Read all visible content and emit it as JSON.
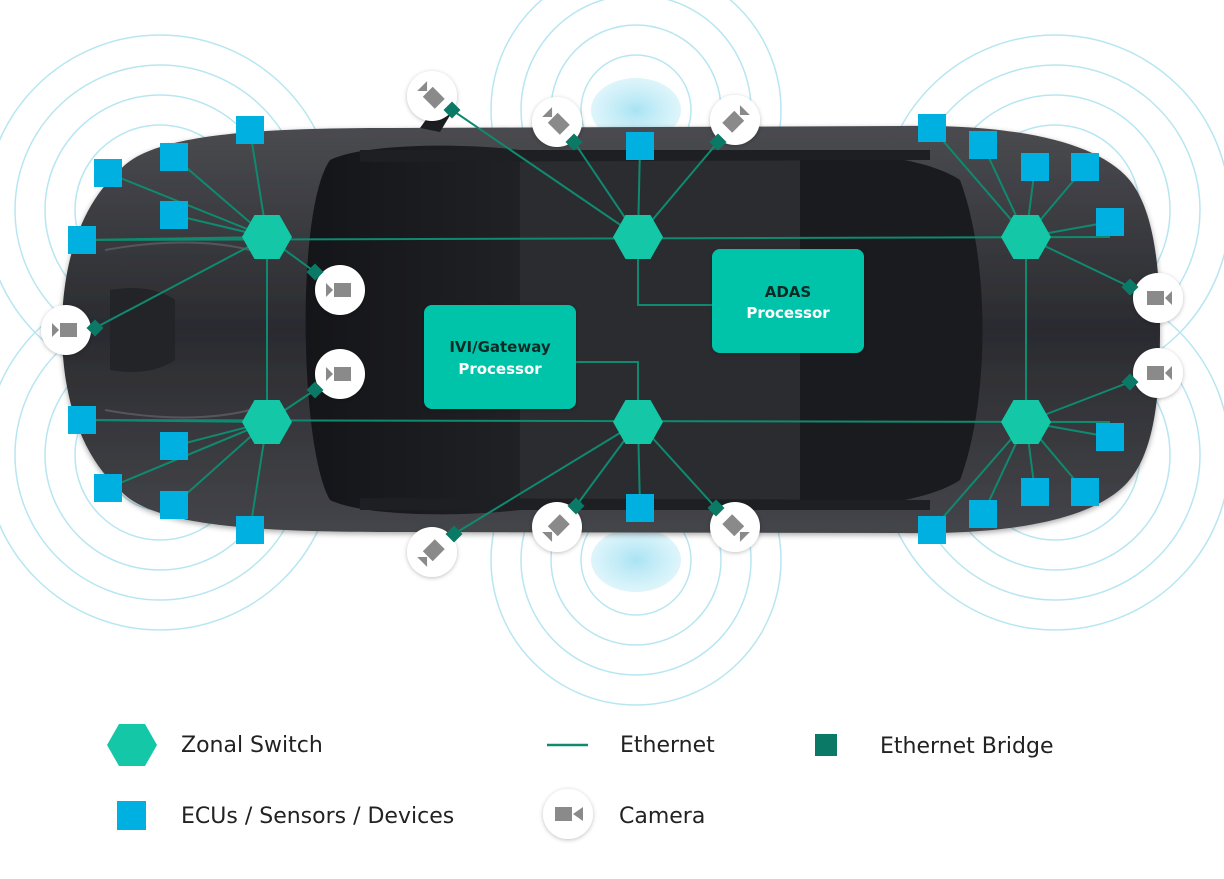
{
  "colors": {
    "zonal_switch": "#14c7a6",
    "processor": "#00c4aa",
    "ecu": "#00b0e0",
    "bridge": "#0a7a66",
    "ethernet": "#0f8a70",
    "camera_bg": "#ffffff",
    "camera_icon": "#8a8a8a",
    "ring": "#b7e6f2",
    "car_body": "#2e2f33"
  },
  "processors": {
    "ivi": {
      "line1": "IVI/Gateway",
      "line2": "Processor"
    },
    "adas": {
      "line1": "ADAS",
      "line2": "Processor"
    }
  },
  "legend": {
    "zonal_switch": "Zonal Switch",
    "ecus": "ECUs / Sensors / Devices",
    "ethernet": "Ethernet",
    "camera": "Camera",
    "bridge": "Ethernet Bridge"
  },
  "icons": {
    "zonal_switch": "hexagon-icon",
    "ecu": "square-icon",
    "bridge": "small-square-icon",
    "camera": "video-camera-icon"
  }
}
